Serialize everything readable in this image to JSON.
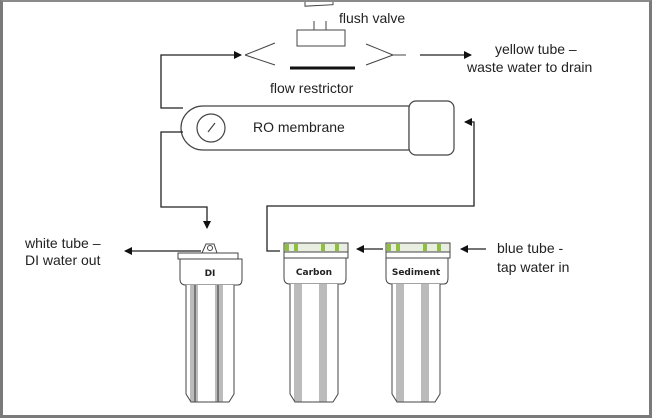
{
  "diagram": {
    "title": "RO/DI water filter schematic",
    "labels": {
      "flush_valve": "flush valve",
      "flow_restrictor": "flow restrictor",
      "waste_line1": "yellow tube –",
      "waste_line2": "waste water to drain",
      "ro_membrane": "RO membrane",
      "di_out_line1": "white tube –",
      "di_out_line2": "DI water out",
      "tap_in_line1": "blue tube -",
      "tap_in_line2": "tap water in"
    },
    "filters": [
      {
        "name": "DI",
        "cap_color": "#ffffff"
      },
      {
        "name": "Carbon",
        "cap_color": "#8fbf3f"
      },
      {
        "name": "Sediment",
        "cap_color": "#8fbf3f"
      }
    ],
    "colors": {
      "line": "#222222",
      "cap_green": "#8fbf3f",
      "border": "#7a7a7a"
    }
  }
}
